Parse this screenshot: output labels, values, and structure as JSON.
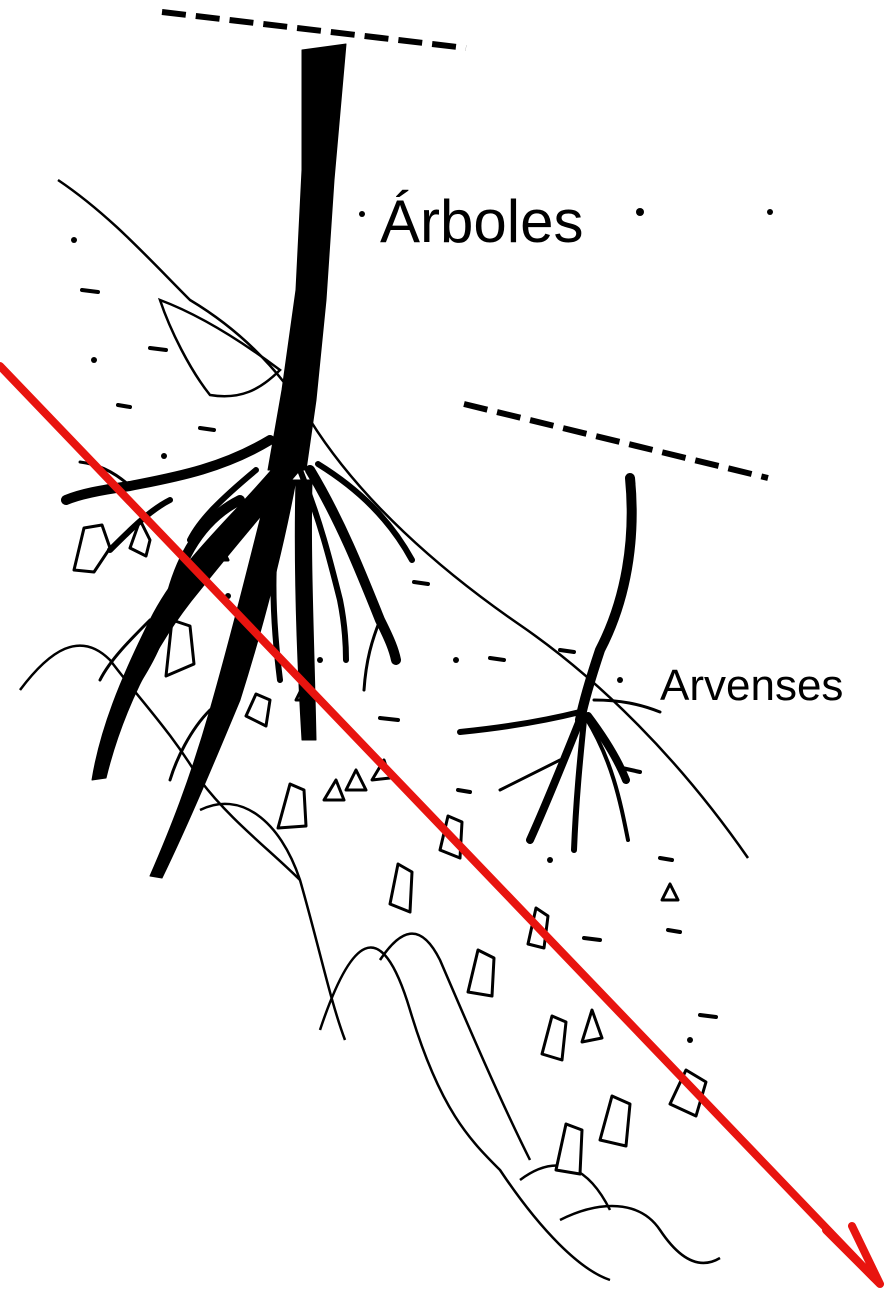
{
  "labels": {
    "trees": "Árboles",
    "weeds": "Arvenses"
  },
  "colors": {
    "ink": "#000000",
    "arrow": "#e8140f",
    "background": "#ffffff"
  },
  "elements": {
    "tree_reference_line": "dashed",
    "weed_reference_line": "dashed",
    "slope_arrow": "red arrow pointing down-right"
  }
}
